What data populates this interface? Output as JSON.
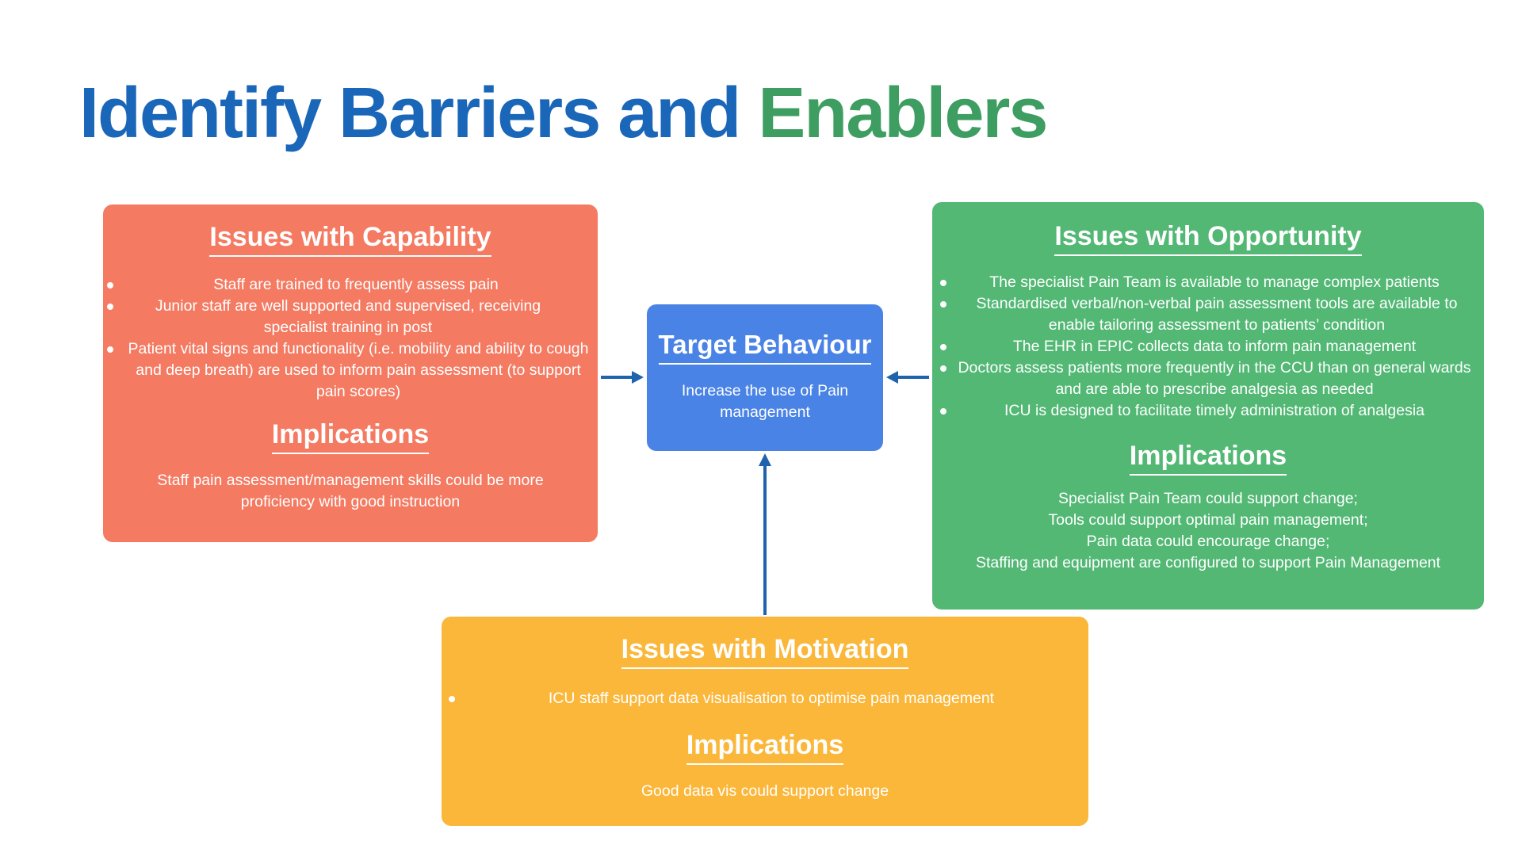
{
  "title": {
    "part1": "Identify Barriers and",
    "part2": "Enablers"
  },
  "colors": {
    "title_blue": "#1a66b8",
    "title_green": "#3e9e62",
    "capability": "#f47a62",
    "opportunity": "#52b874",
    "motivation": "#fbb73a",
    "target": "#4a83e6",
    "arrow": "#1f63ad"
  },
  "capability": {
    "heading": "Issues with Capability",
    "bullets": [
      "Staff are trained to frequently assess pain",
      "Junior staff  are well supported and supervised, receiving specialist training in post",
      "Patient vital signs and functionality (i.e. mobility and ability to cough and deep breath) are used to inform pain assessment (to support pain scores)"
    ],
    "implications_heading": "Implications",
    "implications_lines": [
      "Staff pain assessment/management skills could be more",
      "proficiency with good instruction"
    ]
  },
  "target": {
    "heading": "Target Behaviour",
    "text": "Increase the use of Pain management"
  },
  "opportunity": {
    "heading": "Issues with Opportunity",
    "bullets": [
      "The specialist Pain Team is available to manage complex patients",
      "Standardised verbal/non-verbal pain assessment tools are available to enable tailoring assessment to patients’ condition",
      "The EHR in EPIC collects data to inform pain management",
      "Doctors assess patients more frequently in the CCU than on general wards and are able to prescribe analgesia as needed",
      "ICU is designed to facilitate timely administration of analgesia"
    ],
    "implications_heading": "Implications",
    "implications_lines": [
      "Specialist Pain Team could support change;",
      "Tools could support optimal pain management;",
      "Pain data could encourage change;",
      "Staffing and equipment are configured to support Pain Management"
    ]
  },
  "motivation": {
    "heading": "Issues with Motivation",
    "bullets": [
      "ICU staff support data visualisation to optimise pain management"
    ],
    "implications_heading": "Implications",
    "implications_lines": [
      "Good data vis could support change"
    ]
  }
}
